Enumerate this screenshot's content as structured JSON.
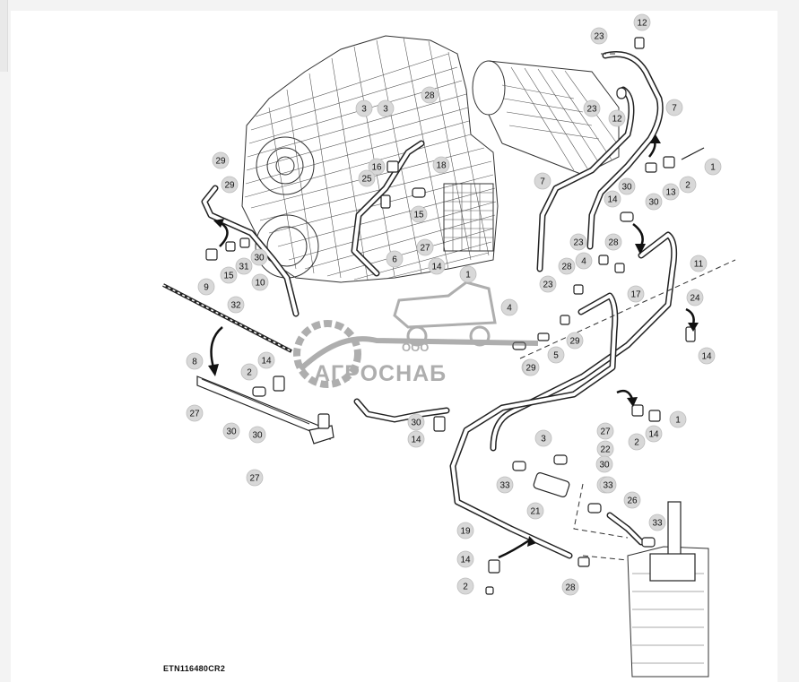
{
  "figure_id": "ETN116480CR2",
  "watermark": {
    "prefix": "ООО",
    "name": "АГРОСНАБ"
  },
  "callouts": [
    "12",
    "23",
    "7",
    "28",
    "3",
    "3",
    "23",
    "12",
    "16",
    "18",
    "25",
    "29",
    "1",
    "2",
    "13",
    "7",
    "30",
    "14",
    "30",
    "15",
    "27",
    "23",
    "28",
    "29",
    "31",
    "30",
    "15",
    "6",
    "14",
    "1",
    "4",
    "28",
    "11",
    "9",
    "10",
    "23",
    "17",
    "24",
    "32",
    "5",
    "29",
    "14",
    "8",
    "14",
    "2",
    "4",
    "29",
    "14",
    "27",
    "30",
    "30",
    "14",
    "1",
    "30",
    "27",
    "14",
    "3",
    "22",
    "27",
    "2",
    "30",
    "27",
    "33",
    "33",
    "21",
    "26",
    "19",
    "33",
    "14",
    "28",
    "2"
  ],
  "colors": {
    "line": "#222222",
    "callout_fill": "#d8d8d8",
    "watermark": "#6c6c6c"
  }
}
